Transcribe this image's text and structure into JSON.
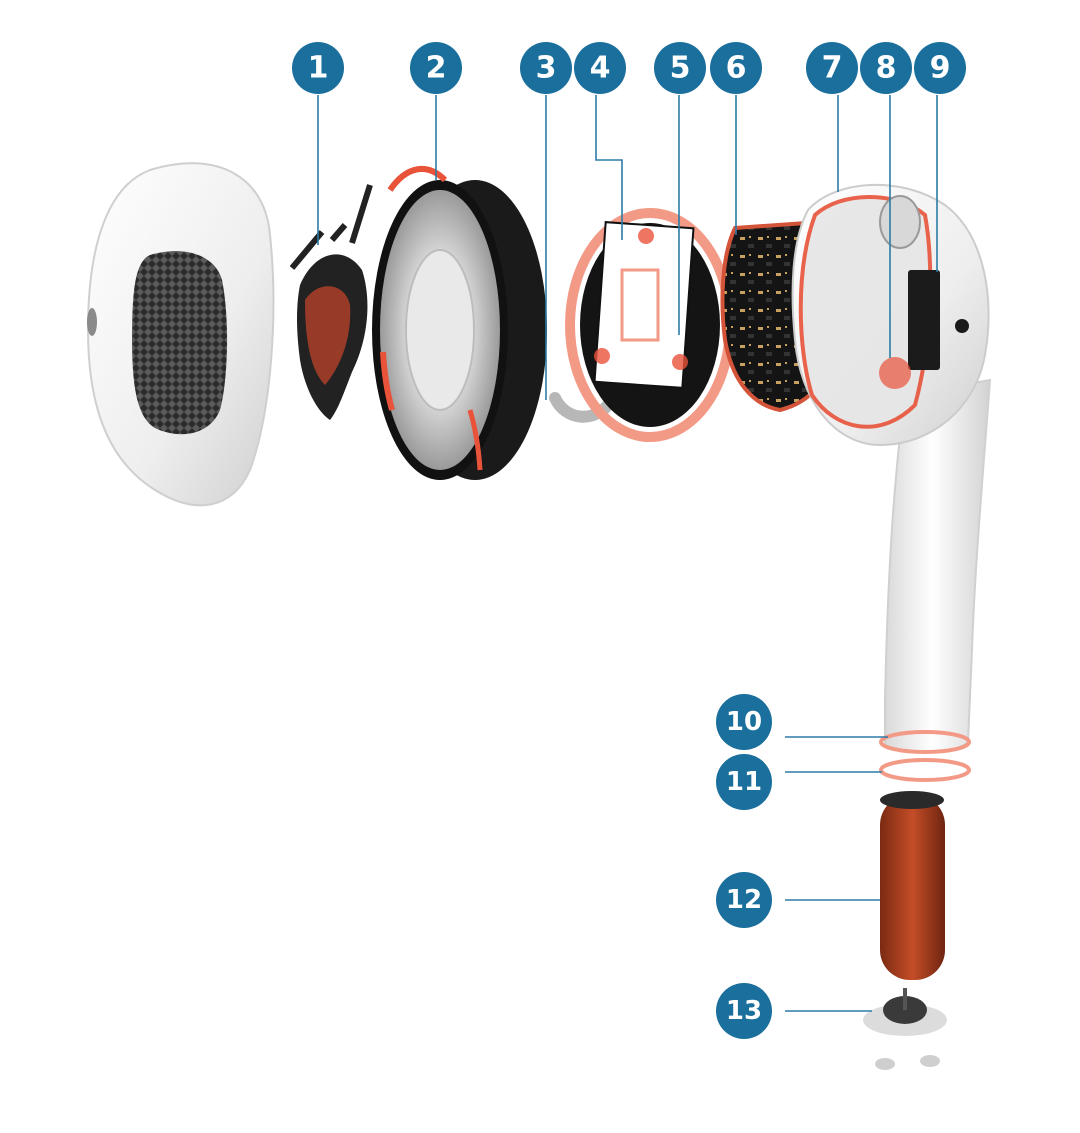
{
  "colors": {
    "badge": "#1a6f9c",
    "leader": "#2a7ca8",
    "highlight": "#e8533a",
    "highlight_soft": "#f39a86",
    "white_shell": "#f4f4f4",
    "dark": "#1c1c1c",
    "battery": "#b9421e"
  },
  "callouts": [
    {
      "label": "1"
    },
    {
      "label": "2"
    },
    {
      "label": "3"
    },
    {
      "label": "4"
    },
    {
      "label": "5"
    },
    {
      "label": "6"
    },
    {
      "label": "7"
    },
    {
      "label": "8"
    },
    {
      "label": "9"
    },
    {
      "label": "10"
    },
    {
      "label": "11"
    },
    {
      "label": "12"
    },
    {
      "label": "13"
    }
  ]
}
